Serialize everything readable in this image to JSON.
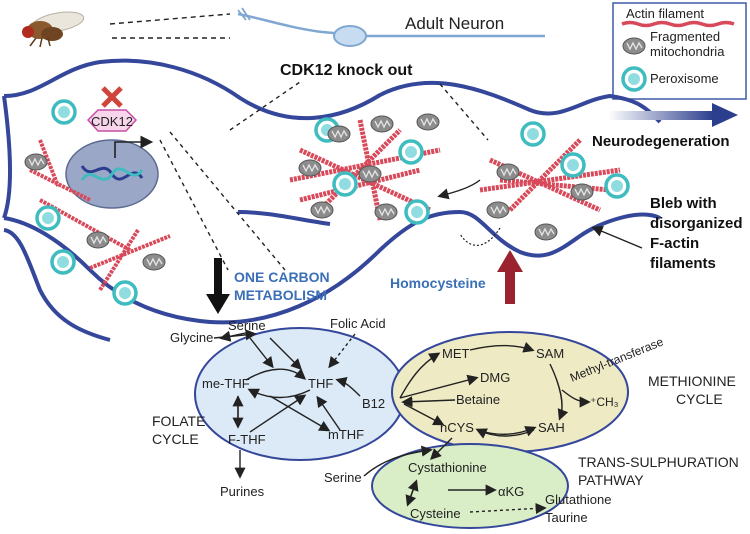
{
  "labels": {
    "adult_neuron": "Adult Neuron",
    "cdk12_knockout": "CDK12 knock out",
    "cdk12": "CDK12",
    "neurodegeneration": "Neurodegeneration",
    "bleb_line1": "Bleb with",
    "bleb_line2": "disorganized",
    "bleb_line3": "F-actin",
    "bleb_line4": "filaments",
    "one_carbon_line1": "ONE CARBON",
    "one_carbon_line2": "METABOLISM",
    "homocysteine": "Homocysteine"
  },
  "legend": {
    "actin": "Actin filament",
    "mito_line1": "Fragmented",
    "mito_line2": "mitochondria",
    "perox": "Peroxisome"
  },
  "folate": {
    "title_line1": "FOLATE",
    "title_line2": "CYCLE",
    "serine": "Serine",
    "glycine": "Glycine",
    "folic_acid": "Folic Acid",
    "me_thf": "me-THF",
    "thf": "THF",
    "f_thf": "F-THF",
    "m_thf": "mTHF",
    "purines": "Purines",
    "b12": "B12"
  },
  "methionine": {
    "title_line1": "METHIONINE",
    "title_line2": "CYCLE",
    "met": "MET",
    "sam": "SAM",
    "dmg": "DMG",
    "betaine": "Betaine",
    "hcys": "hCYS",
    "sah": "SAH",
    "methyltransferase": "Methyl-transferase",
    "ch3": "⁺CH₃"
  },
  "trans": {
    "title_line1": "TRANS-SULPHURATION",
    "title_line2": "PATHWAY",
    "serine": "Serine",
    "cystathionine": "Cystathionine",
    "akg": "αKG",
    "cysteine": "Cysteine",
    "glutathione": "Glutathione",
    "taurine": "Taurine"
  },
  "colors": {
    "membrane": "#34479a",
    "actin": "#d8495a",
    "perox_ring": "#3fbcc0",
    "mito": "#8a8a8a",
    "folate_fill": "#dce9f7",
    "methionine_fill": "#eeeac4",
    "trans_fill": "#d9edc6",
    "one_carbon": "#3b6fb6",
    "homocysteine_arrow": "#9b2330"
  }
}
